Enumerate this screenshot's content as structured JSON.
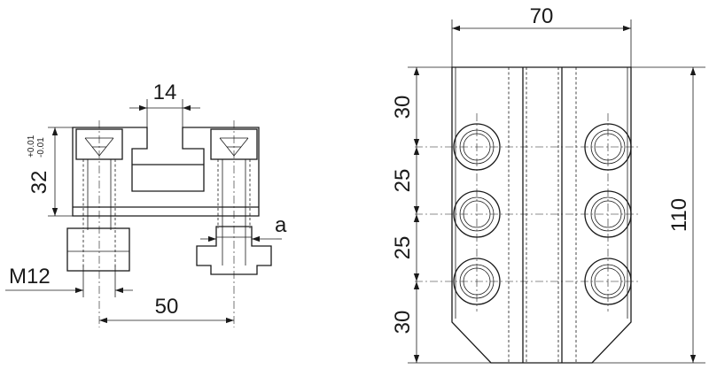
{
  "drawing": {
    "left_view": {
      "dim_width_top": "14",
      "dim_height": "32",
      "dim_height_tol_upper": "+0.01",
      "dim_height_tol_lower": "-0.01",
      "dim_thread": "M12",
      "dim_bolt_spacing": "50",
      "dim_clearance": "a"
    },
    "right_view": {
      "dim_width": "70",
      "dim_height": "110",
      "dim_seg_1": "30",
      "dim_seg_2": "25",
      "dim_seg_3": "25",
      "dim_seg_4": "30"
    }
  }
}
